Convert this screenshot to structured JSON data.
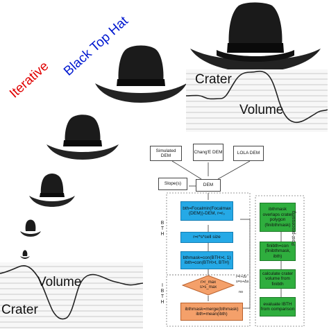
{
  "titles": {
    "iterative": "Iterative",
    "black_top_hat": "Black Top Hat"
  },
  "top_panel": {
    "crater": "Crater",
    "volume": "Volume"
  },
  "bottom_panel": {
    "volume": "Volume",
    "crater": "Crater"
  },
  "flowchart": {
    "inputs": [
      "Simulated DEM",
      "Chang'E DEM",
      "LOLA DEM"
    ],
    "slope": "Slope(s)",
    "dem": "DEM",
    "bth_steps": [
      "bth=Focalmin(Focalmax (DEM))-DEM, r=r₀",
      "r=r*s*cell size",
      "bthmask=con(BTH>t, 1) ibth=con(BTH>t, BTH)"
    ],
    "decision": "r>r_max s>s_max",
    "decision_side": "r=r+Δr s=s+Δs",
    "decision_no": "no",
    "ibth_step": "ibthmask=merge(bthmask) ibth=mean(ibth)",
    "post_steps": [
      "ibthmask overlaps crater polygon (finibthmask)",
      "finibth=con (finibthmask, ibth)",
      "calculate crater volume from finibth",
      "evaluate IBTH from comparison"
    ],
    "labels": {
      "bth": "B T H",
      "ibth": "I B T H",
      "post": "Post-processing"
    }
  },
  "colors": {
    "bth_blue": "#25a9e6",
    "post_green": "#2fae3e",
    "ibth_orange": "#f4a06a",
    "title_red": "#e00000",
    "title_blue": "#0018d0"
  }
}
